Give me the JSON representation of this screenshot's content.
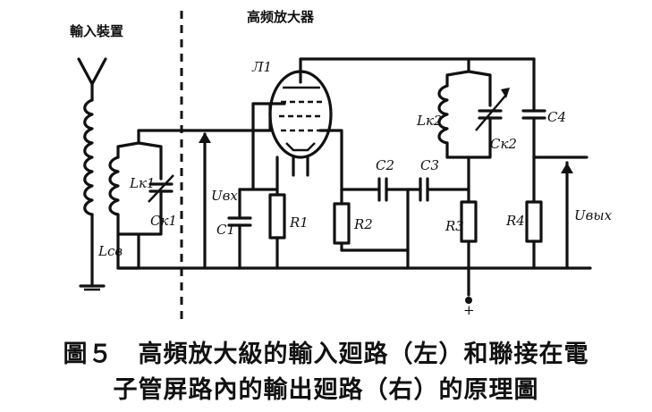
{
  "headers": {
    "input": "輸入裝置",
    "amp": "高频放大器"
  },
  "labels": {
    "tube": "Л1",
    "lk1": "Lк1",
    "ck1": "Cк1",
    "lcb": "Lcв",
    "uvx": "Uвх",
    "c1": "C1",
    "r1": "R1",
    "r2": "R2",
    "c2": "C2",
    "c3": "C3",
    "r3": "R3",
    "lk2": "Lк2",
    "ck2": "Cк2",
    "c4": "C4",
    "r4": "R4",
    "uvyx": "Uвых",
    "plus": "+"
  },
  "caption": {
    "line1": "圖５　高頻放大級的輸入廻路（左）和聯接在電",
    "line2": "子管屏路內的輸出廻路（右）的原理圖"
  }
}
